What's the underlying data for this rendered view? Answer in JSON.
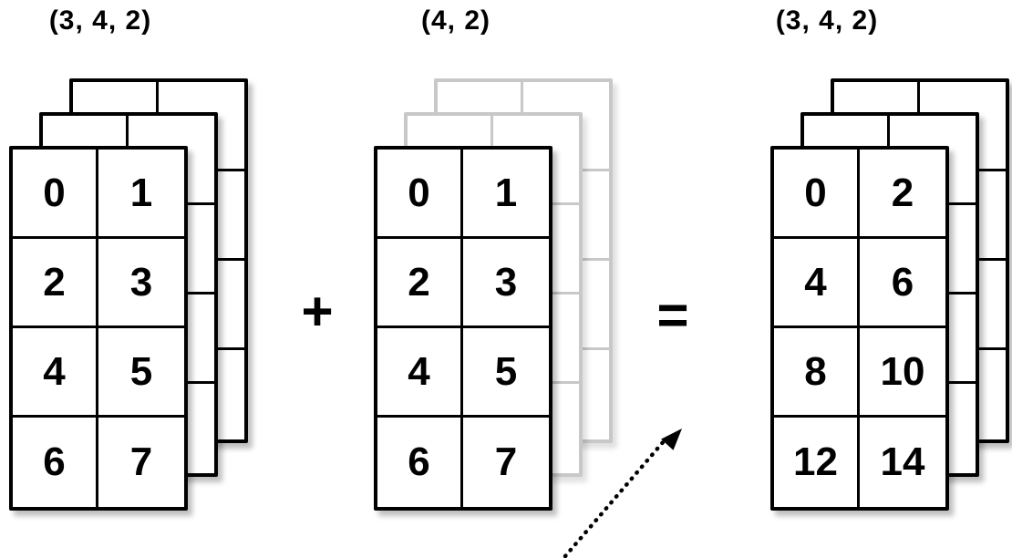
{
  "operators": {
    "plus": "+",
    "equals": "="
  },
  "stacks": {
    "left": {
      "label": "(3, 4, 2)",
      "layers": 3,
      "values": [
        [
          "0",
          "1"
        ],
        [
          "2",
          "3"
        ],
        [
          "4",
          "5"
        ],
        [
          "6",
          "7"
        ]
      ]
    },
    "middle": {
      "label": "(4, 2)",
      "layers": 3,
      "ghost_back_layers": true,
      "values": [
        [
          "0",
          "1"
        ],
        [
          "2",
          "3"
        ],
        [
          "4",
          "5"
        ],
        [
          "6",
          "7"
        ]
      ]
    },
    "right": {
      "label": "(3, 4, 2)",
      "layers": 3,
      "values": [
        [
          "0",
          "2"
        ],
        [
          "4",
          "6"
        ],
        [
          "8",
          "10"
        ],
        [
          "12",
          "14"
        ]
      ]
    }
  },
  "colors": {
    "ink": "#000000",
    "ghost": "#c8c8c8"
  }
}
